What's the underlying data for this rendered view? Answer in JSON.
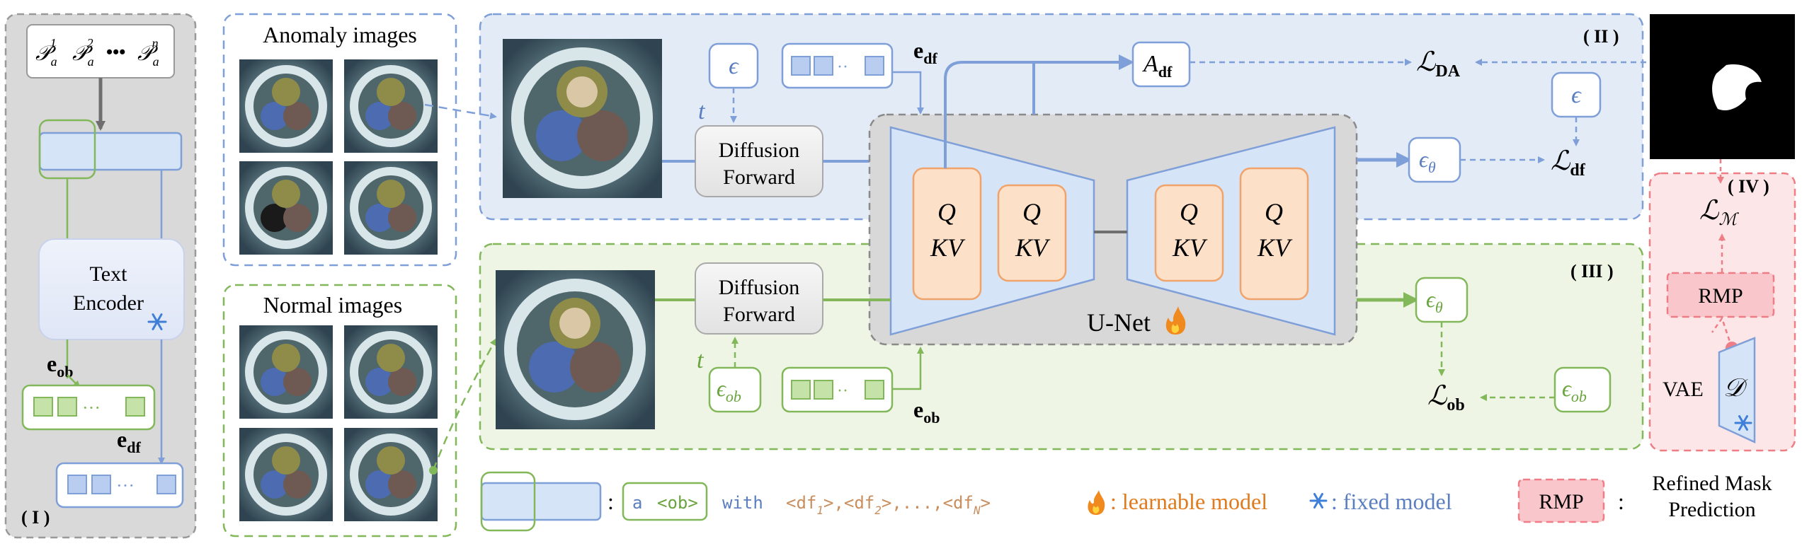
{
  "panel_I": {
    "label": "( I )",
    "prompt_tokens": [
      "𝒫",
      "𝒫",
      "•••",
      "𝒫"
    ],
    "prompt_sub": [
      "a",
      "a",
      "a"
    ],
    "prompt_sup": [
      "1",
      "2",
      "n"
    ],
    "encoder_title_1": "Text",
    "encoder_title_2": "Encoder",
    "e_ob_main": "e",
    "e_ob_sub": "ob",
    "e_df_main": "e",
    "e_df_sub": "df"
  },
  "anomaly_images_title": "Anomaly images",
  "normal_images_title": "Normal images",
  "panel_II": {
    "label": "( II )",
    "epsilon": "ϵ",
    "t_label": "t",
    "edf_main": "e",
    "edf_sub": "df",
    "diffusion_forward_1": "Diffusion",
    "diffusion_forward_2": "Forward",
    "a_df_main": "A",
    "a_df_sub": "df",
    "l_da_main": "ℒ",
    "l_da_sub": "DA",
    "eps_theta_main": "ϵ",
    "eps_theta_sub": "θ",
    "l_df_main": "ℒ",
    "l_df_sub": "df",
    "epsilon_right": "ϵ"
  },
  "panel_III": {
    "label": "( III )",
    "diffusion_forward_1": "Diffusion",
    "diffusion_forward_2": "Forward",
    "t_label": "t",
    "eps_ob_main": "ϵ",
    "eps_ob_sub": "ob",
    "eob_main": "e",
    "eob_sub": "ob",
    "eps_theta_main": "ϵ",
    "eps_theta_sub": "θ",
    "l_ob_main": "ℒ",
    "l_ob_sub": "ob",
    "eps_ob_right_main": "ϵ",
    "eps_ob_right_sub": "ob"
  },
  "unet": {
    "label": "U-Net",
    "blocks": [
      {
        "q": "Q",
        "kv": "KV"
      },
      {
        "q": "Q",
        "kv": "KV"
      },
      {
        "q": "Q",
        "kv": "KV"
      },
      {
        "q": "Q",
        "kv": "KV"
      }
    ]
  },
  "panel_IV": {
    "label": "( IV )",
    "l_m_main": "ℒ",
    "l_m_sub": "ℳ",
    "rmp": "RMP",
    "vae": "VAE",
    "decoder": "𝒟"
  },
  "legend": {
    "colon1": ":",
    "prompt_text_a": "a",
    "prompt_text_ob": "<ob>",
    "prompt_text_with": "with",
    "prompt_text_df": "<df",
    "prompt_text_rest": ">, ..., ",
    "df_items": [
      "<df",
      ">,<df",
      ">,...,<df",
      ">"
    ],
    "df_subs": [
      "1",
      "2",
      "N"
    ],
    "learnable": ": learnable model",
    "fixed": ": fixed model",
    "rmp": "RMP",
    "colon2": ":",
    "rmp_desc_1": "Refined Mask",
    "rmp_desc_2": "Prediction"
  },
  "colors": {
    "blue": "#7f9fd8",
    "blue_fill": "#d6e4f7",
    "green": "#82b85a",
    "green_fill": "#e9f2dc",
    "gray_fill": "#dcdcdc",
    "orange_fill": "#fde0c8",
    "orange": "#f0a36a",
    "pink_fill": "#fde6e8",
    "pink": "#ee7d86",
    "df_text": "#c98e5e",
    "learnable": "#e07a1e"
  }
}
